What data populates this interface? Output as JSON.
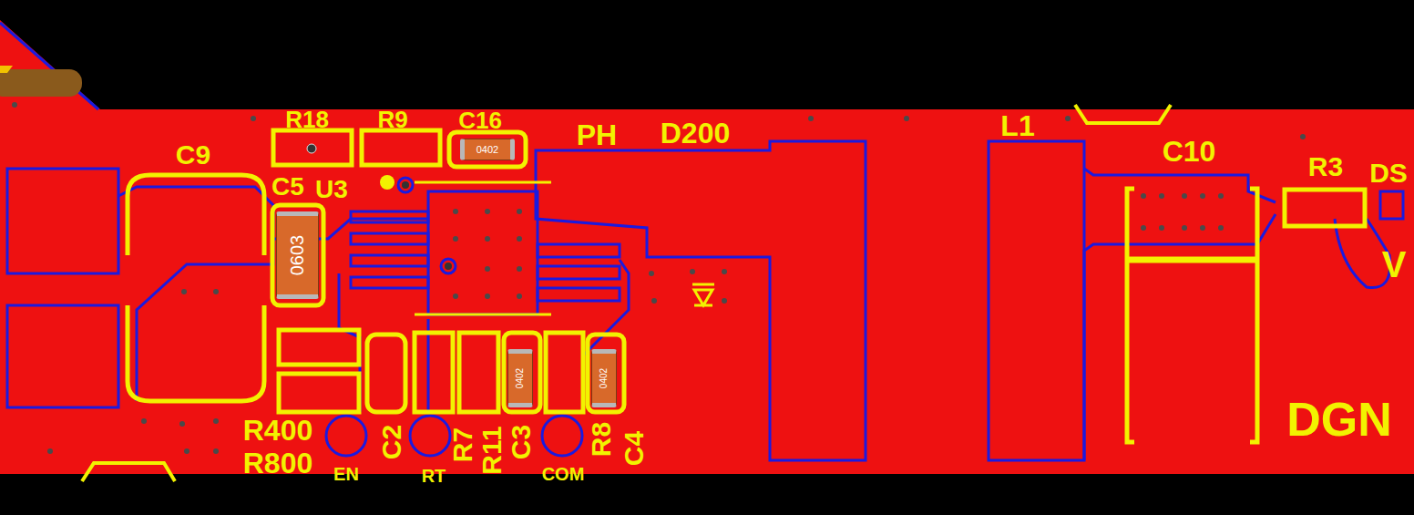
{
  "diagram": {
    "nodes": [
      {
        "text": [
          "0402"
        ]
      },
      {
        "text": [
          "0603"
        ]
      },
      {
        "text": [
          "0402"
        ]
      },
      {
        "text": [
          "0402"
        ]
      }
    ],
    "labels": [
      "R18",
      "R9",
      "C16",
      "PH",
      "D200",
      "L1",
      "C10",
      "R3",
      "DS",
      "C9",
      "C5",
      "U3",
      "V",
      "R400",
      "R800",
      "EN",
      "C2",
      "RT",
      "R7",
      "R11",
      "C3",
      "COM",
      "R8",
      "C4",
      "DGN"
    ]
  }
}
